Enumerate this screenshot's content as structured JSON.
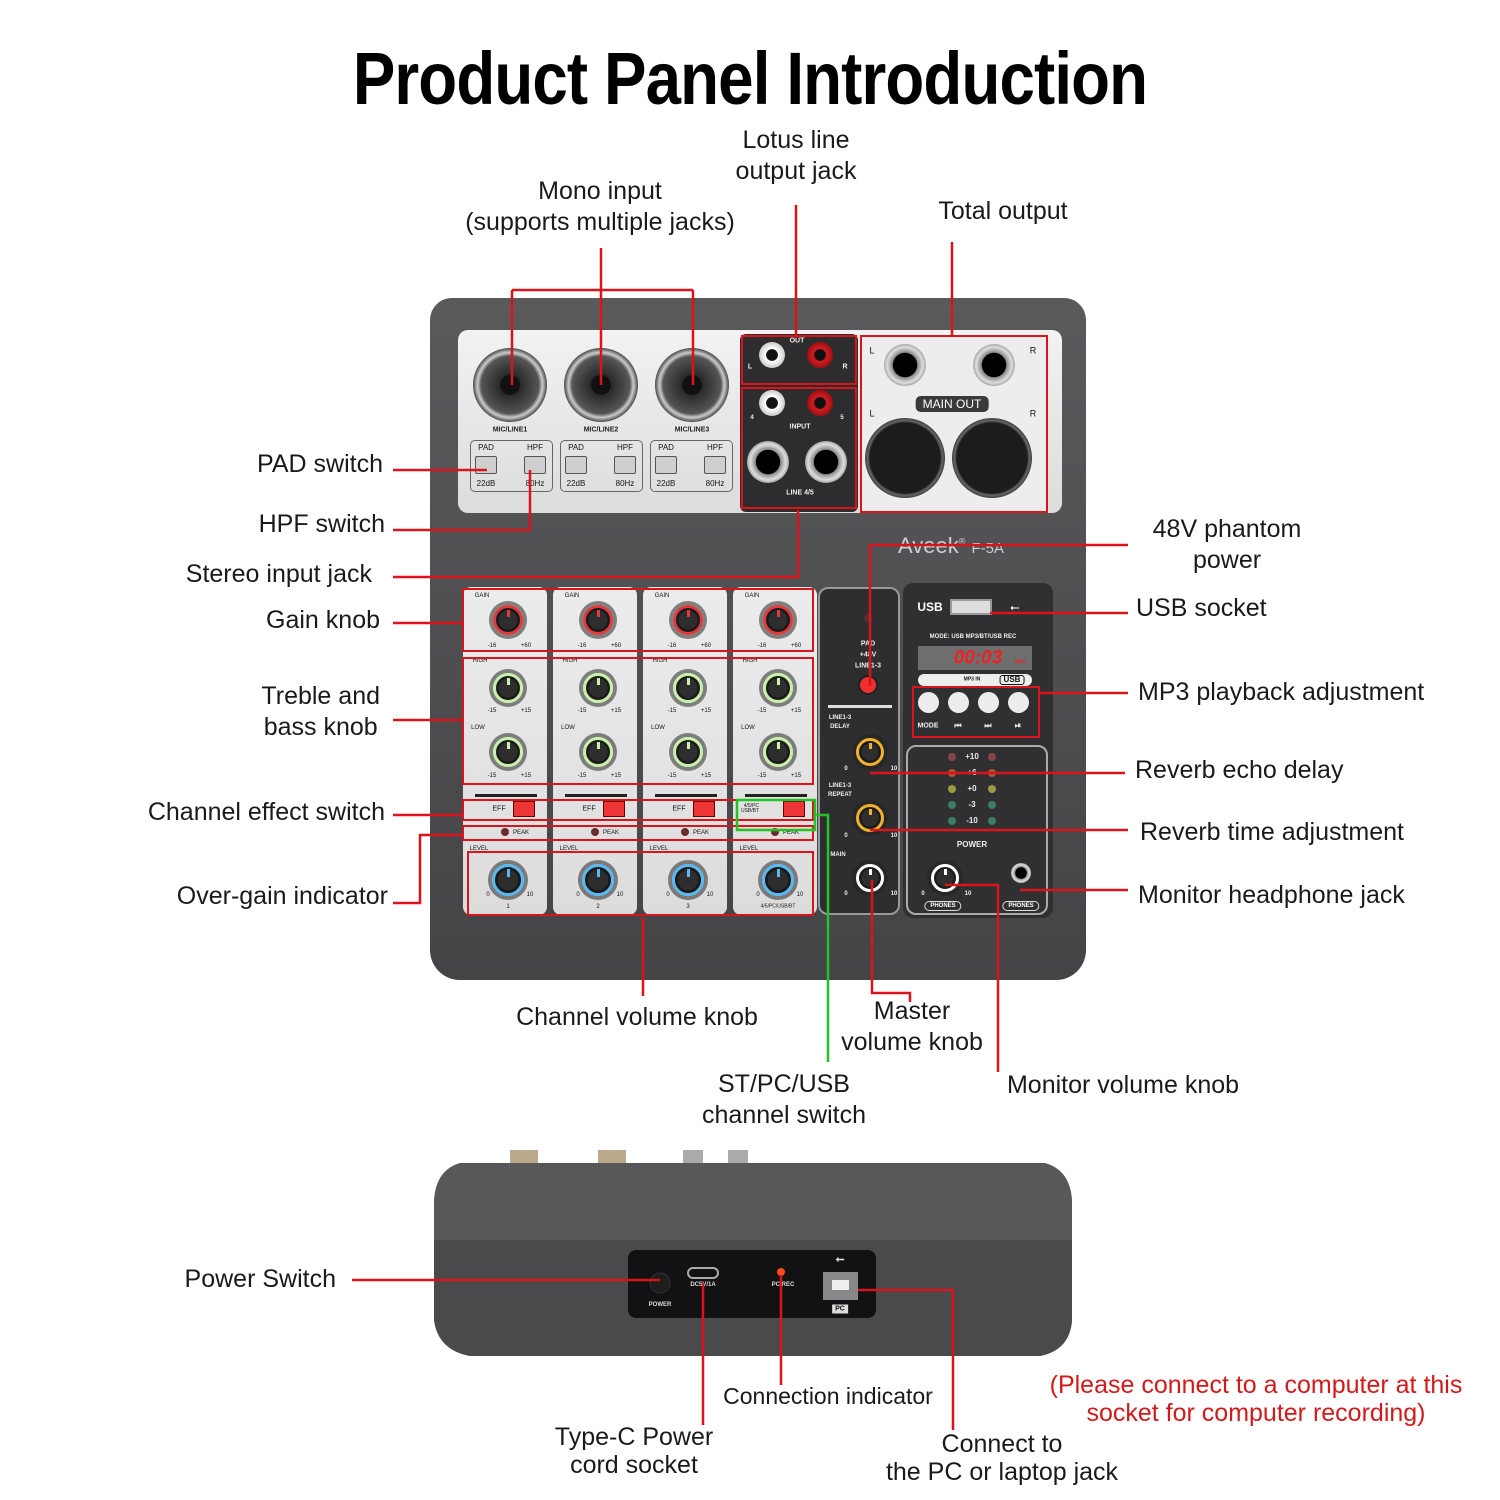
{
  "title": "Product Panel Introduction",
  "colors": {
    "leader_line": "#d9141b",
    "highlight_line": "#22c322",
    "note_text": "#d21a1a",
    "body": "#4a4a4d"
  },
  "callouts": {
    "mono_input": [
      "Mono input",
      "(supports multiple jacks)"
    ],
    "lotus_output": [
      "Lotus line",
      "output jack"
    ],
    "total_output": "Total output",
    "pad_switch": "PAD switch",
    "hpf_switch": "HPF switch",
    "stereo_input": "Stereo input jack",
    "gain_knob": "Gain knob",
    "treble_bass": [
      "Treble and",
      "bass knob"
    ],
    "channel_effect": "Channel effect switch",
    "over_gain": "Over-gain indicator",
    "phantom": [
      "48V phantom",
      "power"
    ],
    "usb_socket": "USB socket",
    "mp3_playback": "MP3 playback adjustment",
    "reverb_delay": "Reverb echo delay",
    "reverb_time": "Reverb time adjustment",
    "headphone_jack": "Monitor headphone jack",
    "channel_volume": "Channel volume knob",
    "master_volume": [
      "Master",
      "volume knob"
    ],
    "channel_switch": [
      "ST/PC/USB",
      "channel switch"
    ],
    "monitor_volume": "Monitor volume knob",
    "power_switch": "Power Switch",
    "connection_indicator": "Connection indicator",
    "typec": [
      "Type-C Power",
      "cord socket"
    ],
    "connect_pc": [
      "Connect to",
      "the PC or laptop jack"
    ],
    "note": [
      "(Please connect to a computer at this",
      "socket for computer recording)"
    ]
  },
  "device": {
    "brand": "Aveek",
    "reg": "®",
    "model": "F-5A",
    "mic_channels": [
      {
        "label": "MIC/LINE1",
        "pad": "PAD",
        "pad_value": "22dB",
        "hpf": "HPF",
        "hpf_value": "80Hz"
      },
      {
        "label": "MIC/LINE2",
        "pad": "PAD",
        "pad_value": "22dB",
        "hpf": "HPF",
        "hpf_value": "80Hz"
      },
      {
        "label": "MIC/LINE3",
        "pad": "PAD",
        "pad_value": "22dB",
        "hpf": "HPF",
        "hpf_value": "80Hz"
      }
    ],
    "rear_io": {
      "out": "OUT",
      "input": "INPUT",
      "line": "LINE 4/5",
      "l": "L",
      "r": "R",
      "ch4": "4",
      "ch5": "5",
      "main_out": "MAIN OUT"
    },
    "strips": [
      {
        "gain": "GAIN",
        "gain_min": "-16",
        "gain_max": "+60",
        "high": "HIGH",
        "low": "LOW",
        "eq_min": "-15",
        "eq_max": "+15",
        "switch": "EFF",
        "peak": "PEAK",
        "level": "LEVEL",
        "lvl_min": "0",
        "lvl_max": "10",
        "number": "1"
      },
      {
        "gain": "GAIN",
        "gain_min": "-16",
        "gain_max": "+60",
        "high": "HIGH",
        "low": "LOW",
        "eq_min": "-15",
        "eq_max": "+15",
        "switch": "EFF",
        "peak": "PEAK",
        "level": "LEVEL",
        "lvl_min": "0",
        "lvl_max": "10",
        "number": "2"
      },
      {
        "gain": "GAIN",
        "gain_min": "-16",
        "gain_max": "+60",
        "high": "HIGH",
        "low": "LOW",
        "eq_min": "-15",
        "eq_max": "+15",
        "switch": "EFF",
        "peak": "PEAK",
        "level": "LEVEL",
        "lvl_min": "0",
        "lvl_max": "10",
        "number": "3"
      },
      {
        "gain": "GAIN",
        "gain_min": "-16",
        "gain_max": "+60",
        "high": "HIGH",
        "low": "LOW",
        "eq_min": "-15",
        "eq_max": "+15",
        "switch": "4/5/PC\nUSB/BT",
        "peak": "PEAK",
        "level": "LEVEL",
        "lvl_min": "0",
        "lvl_max": "10",
        "number": "4/5/PC/USB/BT"
      }
    ],
    "fx": {
      "phantom": [
        "PAD",
        "+48V",
        "LINE1-3"
      ],
      "delay": [
        "LINE1-3",
        "DELAY"
      ],
      "repeat": [
        "LINE1-3",
        "REPEAT"
      ],
      "main": "MAIN",
      "min": "0",
      "max": "10"
    },
    "player": {
      "usb": "USB",
      "mode_text": "MODE: USB MP3/BT/USB REC",
      "display": "00:03",
      "display_unit": "MP3",
      "mp3_in": "MP3 IN",
      "usb_badge": "USB",
      "buttons": [
        "MODE",
        "⏮",
        "⏭",
        "⏯"
      ]
    },
    "meter": {
      "levels": [
        "+10",
        "+6",
        "+0",
        "-3",
        "-10"
      ],
      "power": "POWER",
      "phones": "PHONES",
      "phones_jack": "PHONES",
      "min": "0",
      "max": "10"
    },
    "bottom": {
      "power": "POWER",
      "dc": "DC5V/1A",
      "pcrec": "PC/REC",
      "pc": "PC"
    }
  }
}
